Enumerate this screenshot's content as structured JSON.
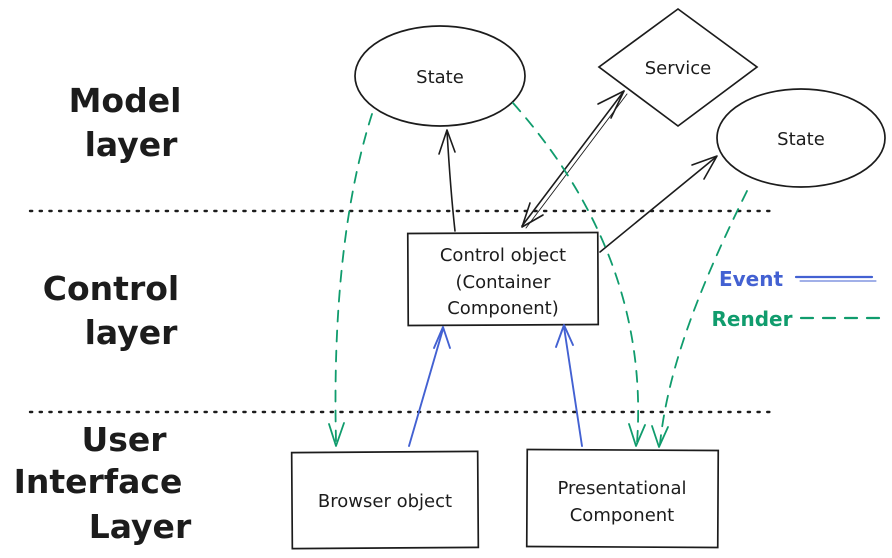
{
  "layers": {
    "model": {
      "lines": [
        "Model",
        "layer"
      ]
    },
    "control": {
      "lines": [
        "Control",
        "layer"
      ]
    },
    "ui": {
      "lines": [
        "User",
        "Interface",
        "Layer"
      ]
    }
  },
  "nodes": {
    "state_left": {
      "label": "State",
      "shape": "ellipse"
    },
    "service": {
      "label": "Service",
      "shape": "diamond"
    },
    "state_right": {
      "label": "State",
      "shape": "ellipse"
    },
    "control_object": {
      "lines": [
        "Control object",
        "(Container",
        "Component)"
      ],
      "shape": "rectangle"
    },
    "browser_object": {
      "label": "Browser object",
      "shape": "rectangle"
    },
    "presentational_component": {
      "lines": [
        "Presentational",
        "Component"
      ],
      "shape": "rectangle"
    }
  },
  "legend": {
    "event_label": "Event",
    "render_label": "Render"
  },
  "colors": {
    "ink": "#1c1c1c",
    "event_blue": "#4361d2",
    "render_green": "#109c6d",
    "background": "#ffffff"
  }
}
